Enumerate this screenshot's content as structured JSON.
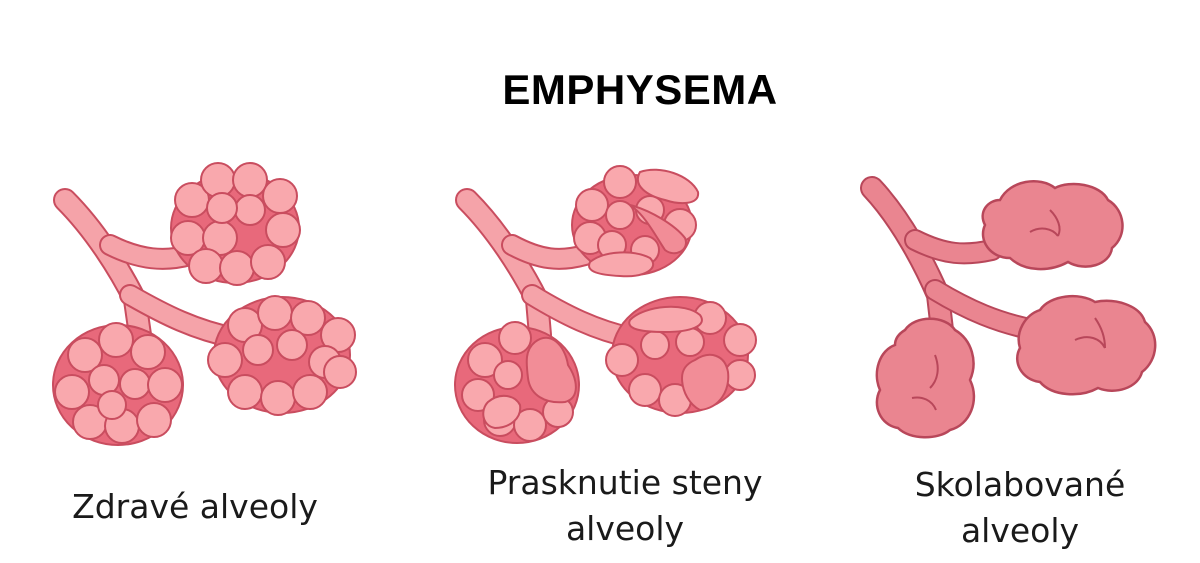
{
  "title": "EMPHYSEMA",
  "panels": [
    {
      "id": "healthy",
      "caption_lines": [
        "Zdravé alveoly"
      ]
    },
    {
      "id": "ruptured",
      "caption_lines": [
        "Prasknutie steny",
        "alveoly"
      ]
    },
    {
      "id": "collapsed",
      "caption_lines": [
        "Skolabované",
        "alveoly"
      ]
    }
  ],
  "colors": {
    "bronchus_fill": "#f5a3a9",
    "bronchus_stroke": "#c94d5f",
    "alveolus_fill": "#f9a8ad",
    "alveolus_core": "#e8697b",
    "alveolus_stroke": "#c94d5f",
    "collapsed_fill": "#ea8590",
    "collapsed_stroke": "#b8475a"
  }
}
